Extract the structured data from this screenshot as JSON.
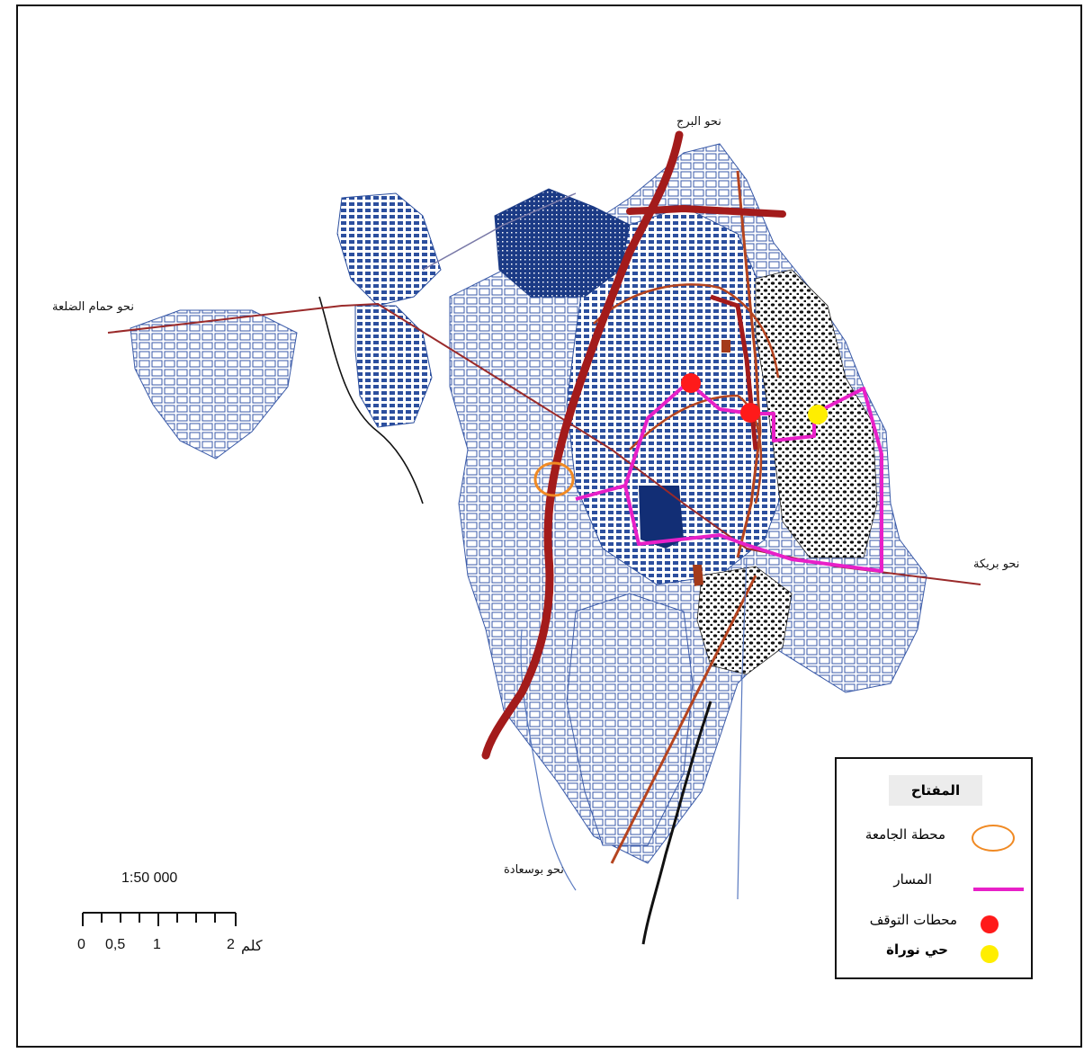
{
  "labels": {
    "north": "نحو البرج",
    "west": "نحو حمام الضلعة",
    "east": "نحو بريكة",
    "south": "نحو بوسعادة"
  },
  "legend": {
    "title": "المفتاح",
    "items": [
      {
        "label": "محطة الجامعة",
        "symbol": "orange-ring-icon",
        "color": "#f08a24"
      },
      {
        "label": "المسار",
        "symbol": "magenta-line-icon",
        "color": "#e820c8"
      },
      {
        "label": "محطات التوقف",
        "symbol": "red-dot-icon",
        "color": "#ff1a1a"
      },
      {
        "label": "حي نوراة",
        "symbol": "yellow-dot-icon",
        "color": "#ffee00"
      }
    ]
  },
  "scale": {
    "ratio": "1:50 000",
    "ticks": [
      "0",
      "0,5",
      "1",
      "2"
    ],
    "unit": "كلم"
  },
  "colors": {
    "urban": "#1f3f8f",
    "road_main": "#a31b1b",
    "road_secondary": "#b5441f",
    "route": "#e820c8",
    "stop": "#ff1a1a",
    "district": "#ffee00",
    "station": "#f08a24"
  }
}
